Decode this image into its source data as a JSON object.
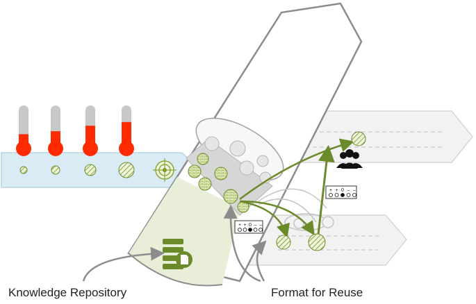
{
  "labels": {
    "knowledge_repository": "Knowledge Repository",
    "format_for_reuse": "Format for Reuse"
  },
  "thermometers": [
    {
      "fill": 0.22
    },
    {
      "fill": 0.3
    },
    {
      "fill": 0.45
    },
    {
      "fill": 0.55
    }
  ],
  "colors": {
    "thermo_red": "#ff2a00",
    "thermo_tube": "#c8c8c8",
    "input_band": "#d9ecf5",
    "hatch_green": "#8aa832",
    "arrow_green": "#6b8a2a",
    "pipe_fill": "#e8eed8",
    "gray_outline": "#8c8c8c"
  },
  "icons": {
    "target": "target-icon",
    "people": "people-group-icon",
    "repository": "document-server-icon",
    "format_panel": "format-control-panel-icon"
  },
  "format_panel_glyphs": [
    "+",
    "+",
    "0",
    "–",
    "–"
  ]
}
